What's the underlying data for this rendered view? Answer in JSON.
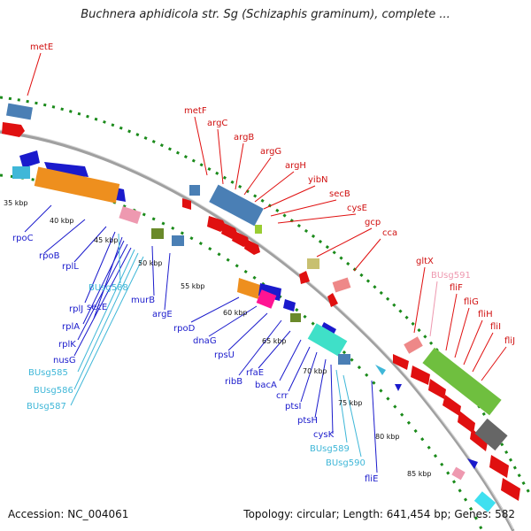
{
  "title": "Buchnera aphidicola str. Sg (Schizaphis graminum), complete ...",
  "footer": {
    "accession": "Accession: NC_004061",
    "topology": "Topology: circular; Length: 641,454 bp; Genes: 582"
  },
  "colors": {
    "forward_genes": "#e01010",
    "reverse_genes": "#1a1acc",
    "rRNA_tRNA": "#3fb7d8",
    "pseudo": "#ee99b0",
    "backbone": "#9a9a9a",
    "gc_dots": "#1a8a1a"
  },
  "kbp_ticks": [
    "35 kbp",
    "40 kbp",
    "45 kbp",
    "50 kbp",
    "55 kbp",
    "60 kbp",
    "65 kbp",
    "70 kbp",
    "75 kbp",
    "80 kbp",
    "85 kbp"
  ],
  "labels_top": [
    "metE",
    "metF",
    "argC",
    "argB",
    "argG",
    "argH",
    "yibN",
    "secB",
    "cysE",
    "gcp",
    "cca",
    "gltX",
    "BUsg591",
    "fliF",
    "fliG",
    "fliH",
    "fliI",
    "fliJ"
  ],
  "labels_bottom": [
    "rpoC",
    "rpoB",
    "rplL",
    "BUsg588",
    "rplJ",
    "secE",
    "rplA",
    "rplK",
    "nusG",
    "BUsg585",
    "BUsg586",
    "BUsg587",
    "murB",
    "argE",
    "rpoD",
    "dnaG",
    "rpsU",
    "ribB",
    "rfaE",
    "bacA",
    "crr",
    "ptsI",
    "ptsH",
    "cysK",
    "BUsg589",
    "BUsg590",
    "fliE"
  ]
}
